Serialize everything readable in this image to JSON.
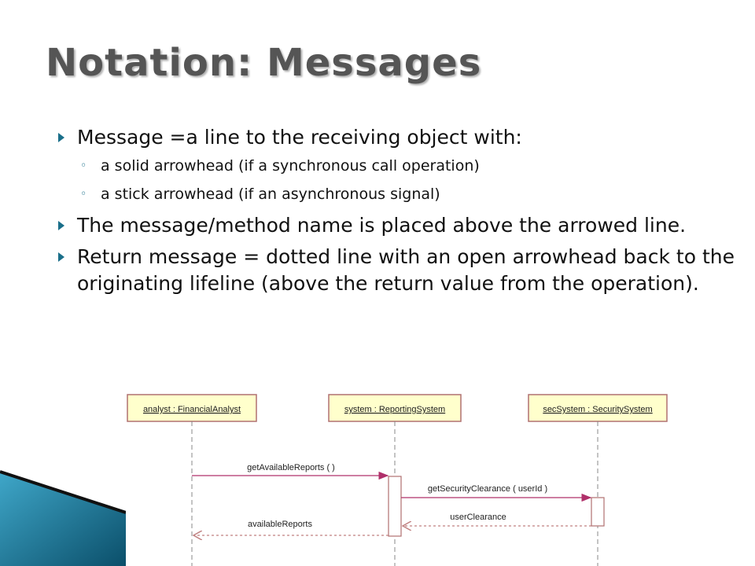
{
  "slide": {
    "title": "Notation: Messages",
    "bullets": [
      {
        "text": "Message =a line to the receiving object with:"
      },
      {
        "text": " a solid arrowhead (if a synchronous call operation)",
        "sub": true
      },
      {
        "text": "a stick arrowhead (if an asynchronous signal)",
        "sub": true
      },
      {
        "text": "The message/method name is placed above the arrowed line."
      },
      {
        "text": "Return message = dotted line with an open arrowhead back to the originating lifeline (above the return value from the operation)."
      }
    ]
  },
  "diagram": {
    "lifelines": [
      {
        "label": "analyst : FinancialAnalyst"
      },
      {
        "label": "system : ReportingSystem"
      },
      {
        "label": "secSystem : SecuritySystem"
      }
    ],
    "messages": [
      {
        "label": "getAvailableReports  (  )",
        "type": "call"
      },
      {
        "label": "getSecurityClearance  ( userId )",
        "type": "call"
      },
      {
        "label": "userClearance",
        "type": "return"
      },
      {
        "label": "availableReports",
        "type": "return"
      }
    ],
    "colors": {
      "box_fill": "#ffffcc",
      "box_border": "#b07070",
      "arrow": "#b0306a",
      "return_line": "#c08080",
      "accent": "#1a6f8a"
    }
  }
}
